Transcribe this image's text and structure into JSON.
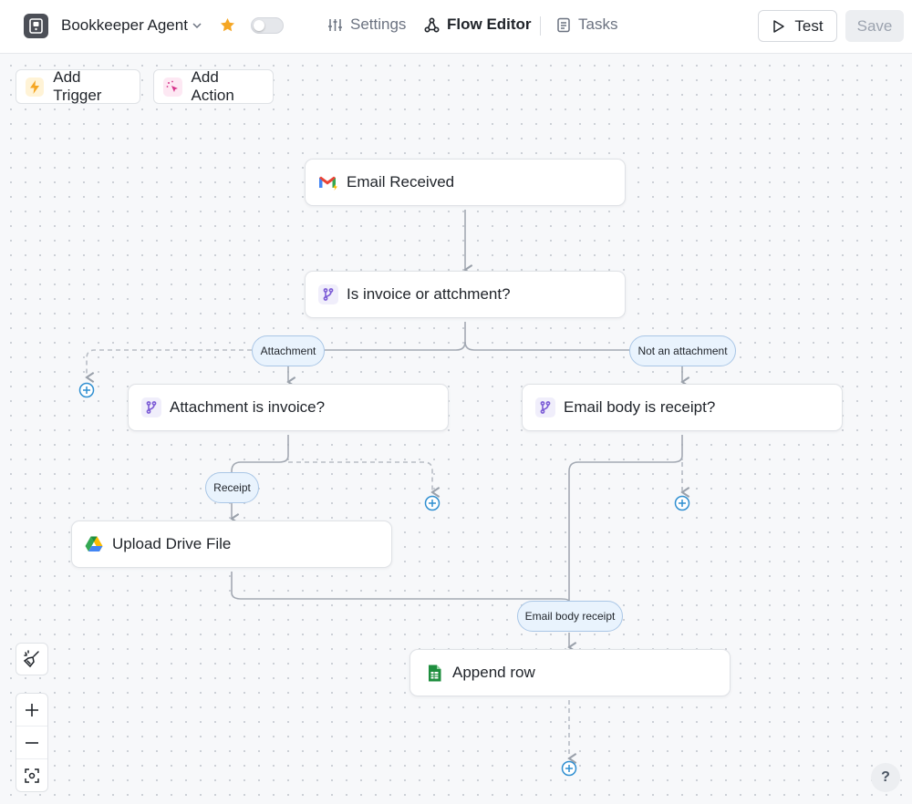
{
  "header": {
    "agent_name": "Bookkeeper Agent",
    "nav": {
      "settings": "Settings",
      "flow_editor": "Flow Editor",
      "tasks": "Tasks"
    },
    "test_label": "Test",
    "save_label": "Save",
    "enabled": false,
    "favorited": true
  },
  "toolbar": {
    "add_trigger": "Add Trigger",
    "add_action": "Add Action"
  },
  "nodes": {
    "email_received": "Email Received",
    "is_invoice": "Is invoice or attchment?",
    "attachment_is_invoice": "Attachment is invoice?",
    "email_body_receipt_check": "Email body is receipt?",
    "upload_drive_file": "Upload Drive File",
    "append_row": "Append row"
  },
  "branches": {
    "attachment": "Attachment",
    "not_attachment": "Not an attachment",
    "receipt": "Receipt",
    "email_body_receipt": "Email body receipt"
  },
  "help_label": "?",
  "colors": {
    "accent_blue": "#2f8fd1",
    "star": "#f5a623",
    "branch_icon": "#7c5cd6",
    "sheets_green": "#1e8e3e"
  }
}
